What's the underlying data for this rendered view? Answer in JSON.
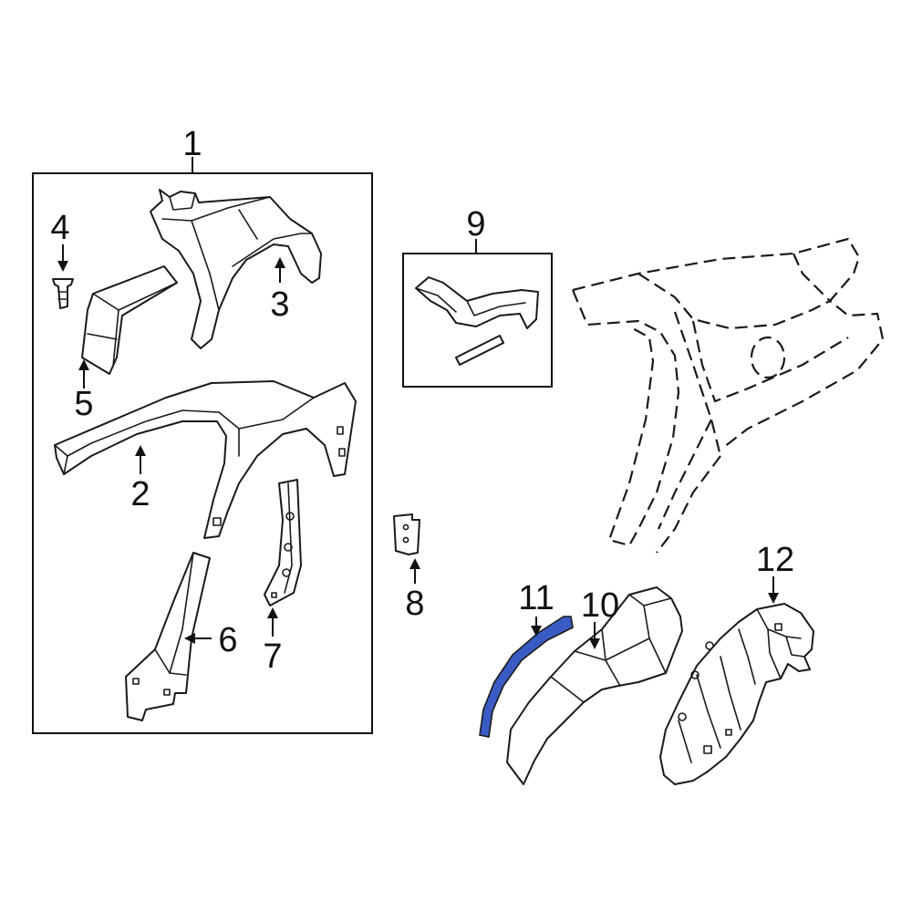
{
  "callouts": [
    {
      "id": "1",
      "label": "1"
    },
    {
      "id": "2",
      "label": "2"
    },
    {
      "id": "3",
      "label": "3"
    },
    {
      "id": "4",
      "label": "4"
    },
    {
      "id": "5",
      "label": "5"
    },
    {
      "id": "6",
      "label": "6"
    },
    {
      "id": "7",
      "label": "7"
    },
    {
      "id": "8",
      "label": "8"
    },
    {
      "id": "9",
      "label": "9"
    },
    {
      "id": "10",
      "label": "10"
    },
    {
      "id": "11",
      "label": "11"
    },
    {
      "id": "12",
      "label": "12"
    }
  ],
  "colors": {
    "highlight": "#3a5bc4",
    "line": "#1a1a1a",
    "background": "#ffffff"
  }
}
